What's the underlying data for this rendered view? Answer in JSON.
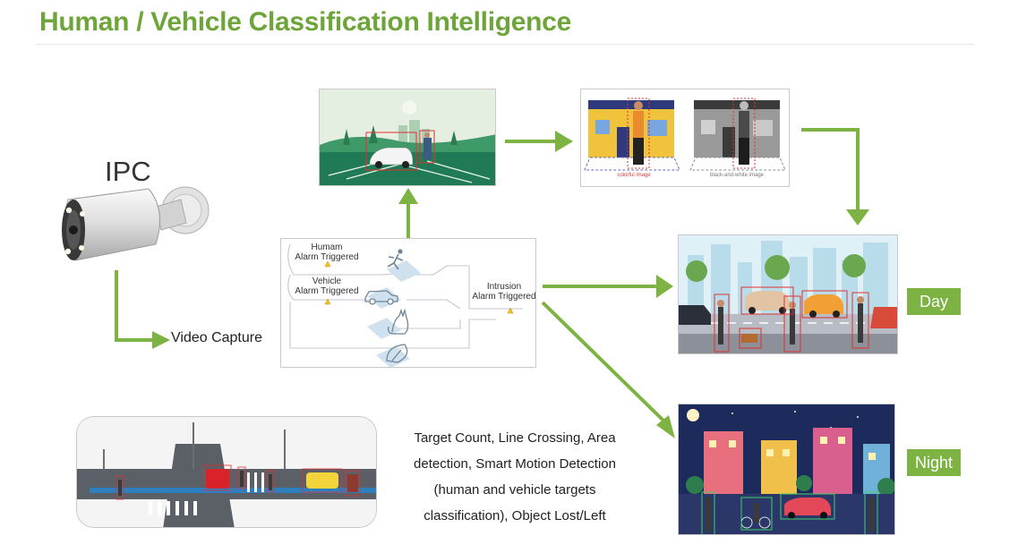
{
  "header": {
    "title": "Human / Vehicle Classification Intelligence"
  },
  "camera": {
    "label": "IPC",
    "output_label": "Video Capture"
  },
  "alarm_panel": {
    "human_label_line1": "Humam",
    "human_label_line2": "Alarm Triggered",
    "vehicle_label_line1": "Vehicle",
    "vehicle_label_line2": "Alarm Triggered",
    "intrusion_label_line1": "Intrusion",
    "intrusion_label_line2": "Alarm Triggered"
  },
  "color_panel": {
    "colorful_caption": "colorful image",
    "bw_caption": "black-and-white image"
  },
  "scenes": {
    "day_label": "Day",
    "night_label": "Night"
  },
  "features": {
    "line1": "Target Count, Line Crossing, Area",
    "line2": "detection, Smart Motion Detection",
    "line3": "(human and vehicle targets",
    "line4": "classification), Object Lost/Left"
  },
  "colors": {
    "accent": "#7cb342",
    "title": "#6ea53a",
    "alarm": "#f5c518"
  },
  "icons": [
    "walking-person-icon",
    "car-icon",
    "cat-icon",
    "leaf-icon",
    "warning-icon",
    "arrow-icon"
  ]
}
